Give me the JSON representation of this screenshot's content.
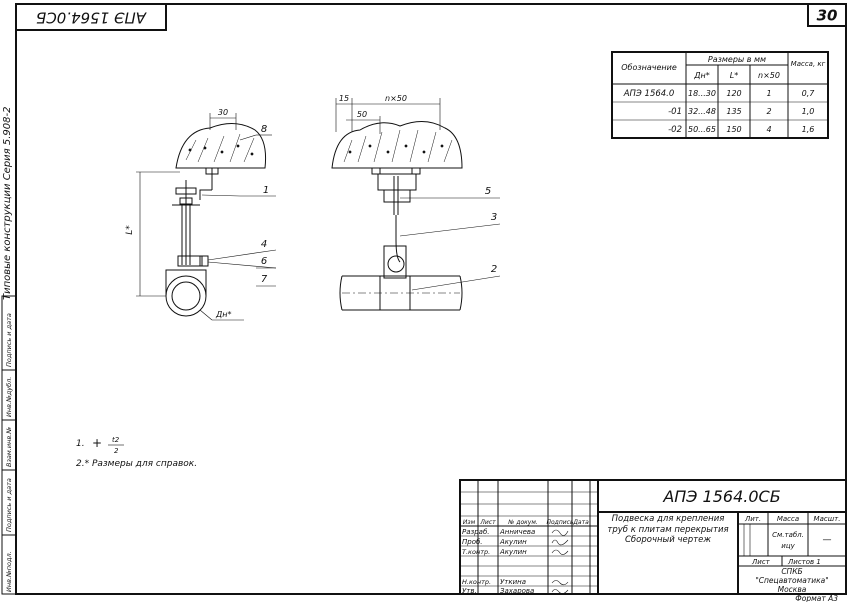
{
  "sheet": {
    "page_number": "30",
    "top_stamp": "АПЭ 1564.0СБ",
    "side_series": "Типовые конструкции   Серия  5.908-2"
  },
  "side_stamp": [
    "Инв.№подл.",
    "Подпись и дата",
    "Взам.инв.№",
    "Инв.№дубл.",
    "Подпись и дата"
  ],
  "table": {
    "header_designation": "Обозначение",
    "header_sizes": "Размеры в мм",
    "header_mass": "Масса, кг",
    "sub_dn": "Дн*",
    "sub_l": "L*",
    "sub_n": "n×50",
    "rows": [
      {
        "designation": "АПЭ 1564.0",
        "dn": "18...30",
        "l": "120",
        "n": "1",
        "mass": "0,7"
      },
      {
        "designation": "-01",
        "dn": "32...48",
        "l": "135",
        "n": "2",
        "mass": "1,0"
      },
      {
        "designation": "-02",
        "dn": "50...65",
        "l": "150",
        "n": "4",
        "mass": "1,6"
      }
    ]
  },
  "drawing": {
    "dim_30": "30",
    "dim_15": "15",
    "dim_50": "50",
    "dim_n50": "n×50",
    "dim_L": "L*",
    "dim_dn": "Дн*",
    "callouts": [
      "8",
      "1",
      "4",
      "6",
      "7",
      "5",
      "3",
      "2"
    ]
  },
  "notes": {
    "note1_prefix": "1.",
    "note1_symbol": "+",
    "note1_num": "t2",
    "note1_den": "2",
    "note2": "2.* Размеры для справок."
  },
  "title_block": {
    "code": "АПЭ 1564.0СБ",
    "name": "Подвеска для крепления труб к плитам перекрытия Сборочный чертеж",
    "hdr_izm": "Изм",
    "hdr_list": "Лист",
    "hdr_doc": "№ докум.",
    "hdr_sign": "Подпись",
    "hdr_date": "Дата",
    "roles": [
      {
        "role": "Разраб.",
        "name": "Анничева"
      },
      {
        "role": "Проб.",
        "name": "Акулин"
      },
      {
        "role": "Т.контр.",
        "name": "Акулин"
      },
      {
        "role": "",
        "name": ""
      },
      {
        "role": "Н.контр.",
        "name": "Уткина"
      },
      {
        "role": "Утв.",
        "name": "Захарова"
      }
    ],
    "lit": "Лит.",
    "mass": "Масса",
    "scale": "Масшт.",
    "mass_value": "См.табл.",
    "mass_value2": "ицу",
    "scale_value": "—",
    "sheet_label": "Лист",
    "sheets_label": "Листов  1",
    "org1": "СПКБ",
    "org2": "\"Спецавтоматика\"",
    "org3": "Москва",
    "format": "Формат  А3"
  }
}
